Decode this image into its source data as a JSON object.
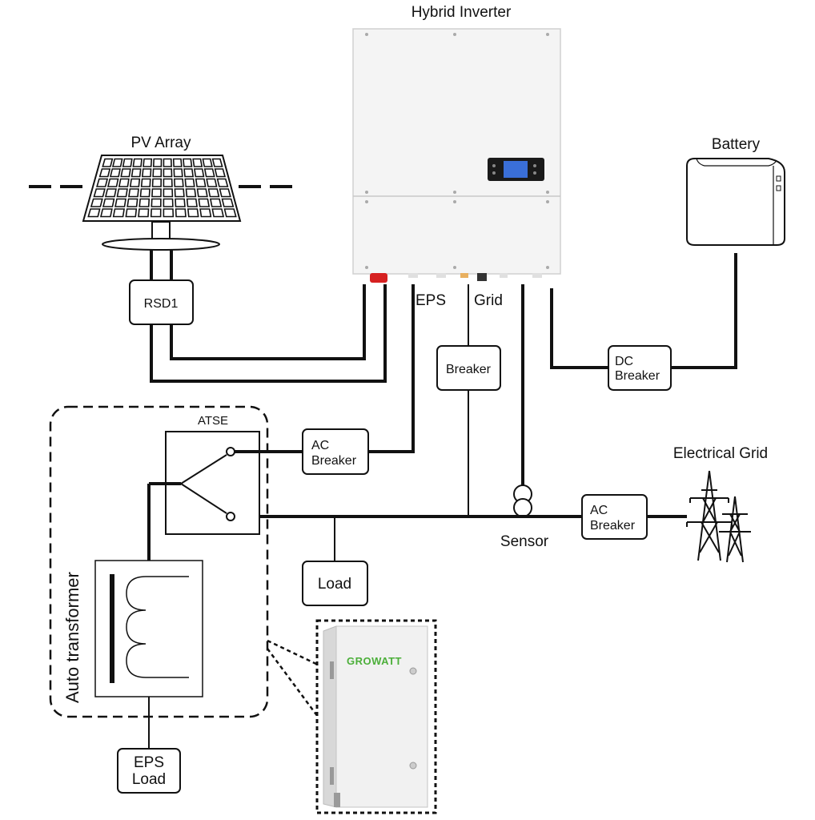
{
  "diagram": {
    "inverter_label": "Hybrid Inverter",
    "pv_label": "PV Array",
    "battery_label": "Battery",
    "rsd_label": "RSD1",
    "eps_port_label": "EPS",
    "grid_port_label": "Grid",
    "breaker_label": "Breaker",
    "dc_breaker_line1": "DC",
    "dc_breaker_line2": "Breaker",
    "atse_label": "ATSE",
    "ac_breaker_line1": "AC",
    "ac_breaker_line2": "Breaker",
    "electrical_grid_label": "Electrical Grid",
    "sensor_label": "Sensor",
    "load_label": "Load",
    "auto_transformer_label": "Auto transformer",
    "eps_load_line1": "EPS",
    "eps_load_line2": "Load",
    "brand_label": "GROWATT"
  },
  "colors": {
    "line": "#111111",
    "device_body": "#f4f4f4",
    "device_edge": "#c8c8c8",
    "screen": "#3a6fd8",
    "brand_green": "#4caf3a",
    "red_switch": "#d62020"
  }
}
